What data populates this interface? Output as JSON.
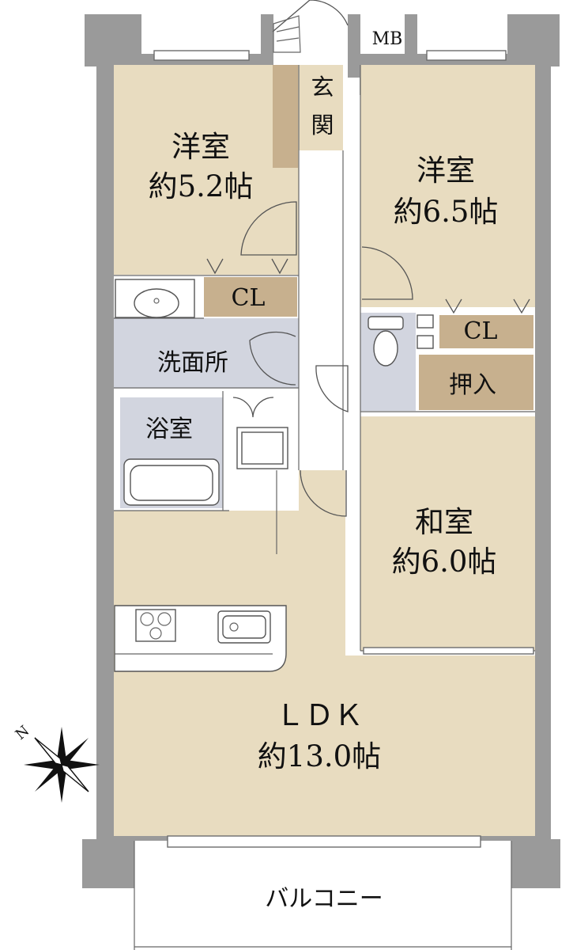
{
  "colors": {
    "floor": "#e8dcc0",
    "wet_area": "#d2d5df",
    "storage": "#c7b08e",
    "wall": "#9a9a9a",
    "corridor": "#ffffff"
  },
  "rooms": {
    "western_room_1": {
      "name": "洋室",
      "size": "約5.2帖"
    },
    "western_room_2": {
      "name": "洋室",
      "size": "約6.5帖"
    },
    "japanese_room": {
      "name": "和室",
      "size": "約6.0帖"
    },
    "ldk": {
      "name": "ＬＤＫ",
      "size": "約13.0帖"
    },
    "entrance": {
      "line1": "玄",
      "line2": "関"
    },
    "washroom": {
      "name": "洗面所"
    },
    "bathroom": {
      "name": "浴室"
    },
    "closet_1": {
      "name": "CL"
    },
    "closet_2": {
      "name": "CL"
    },
    "oshiire": {
      "name": "押入"
    },
    "meter_box": {
      "name": "MB"
    },
    "balcony": {
      "name": "バルコニー"
    }
  },
  "compass": {
    "north": "N"
  },
  "icons": {
    "compass": "compass-star-icon",
    "stove": "gas-stove-icon",
    "sink": "kitchen-sink-icon",
    "toilet": "toilet-icon",
    "bathtub": "bathtub-icon",
    "basin": "wash-basin-icon",
    "washing_machine": "washing-machine-pan-icon"
  }
}
